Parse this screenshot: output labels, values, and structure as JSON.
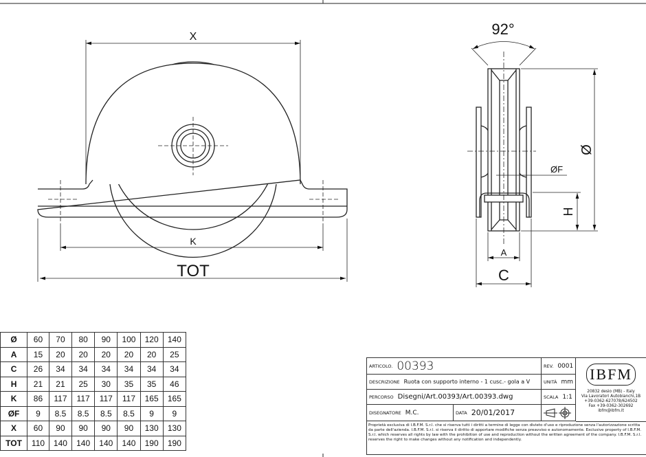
{
  "drawing": {
    "front_view": {
      "dim_x": "X",
      "dim_k": "K",
      "dim_tot": "TOT"
    },
    "side_view": {
      "angle": "92°",
      "dim_diameter": "Ø",
      "dim_f": "ØF",
      "dim_h": "H",
      "dim_a": "A",
      "dim_c": "C"
    }
  },
  "spec_table": {
    "rows": [
      {
        "label": "Ø",
        "values": [
          "60",
          "70",
          "80",
          "90",
          "100",
          "120",
          "140"
        ]
      },
      {
        "label": "A",
        "values": [
          "15",
          "20",
          "20",
          "20",
          "20",
          "20",
          "25"
        ]
      },
      {
        "label": "C",
        "values": [
          "26",
          "34",
          "34",
          "34",
          "34",
          "34",
          "34"
        ]
      },
      {
        "label": "H",
        "values": [
          "21",
          "21",
          "25",
          "30",
          "35",
          "35",
          "46"
        ]
      },
      {
        "label": "K",
        "values": [
          "86",
          "117",
          "117",
          "117",
          "117",
          "165",
          "165"
        ]
      },
      {
        "label": "ØF",
        "values": [
          "9",
          "8.5",
          "8.5",
          "8.5",
          "8.5",
          "9",
          "9"
        ]
      },
      {
        "label": "X",
        "values": [
          "60",
          "90",
          "90",
          "90",
          "90",
          "130",
          "130"
        ]
      },
      {
        "label": "TOT",
        "values": [
          "110",
          "140",
          "140",
          "140",
          "140",
          "190",
          "190"
        ]
      }
    ]
  },
  "title_block": {
    "articolo_label": "ARTICOLO.",
    "articolo": "00393",
    "rev_label": "REV.",
    "rev": "0001",
    "descrizione_label": "DESCRIZIONE",
    "descrizione": "Ruota con supporto interno - 1 cusc.- gola a V",
    "unita_label": "UNITÀ",
    "unita": "mm",
    "percorso_label": "PERCORSO",
    "percorso": "Disegni/Art.00393/Art.00393.dwg",
    "scala_label": "SCALA",
    "scala": "1:1",
    "disegnatore_label": "DISEGNATORE",
    "disegnatore": "M.C.",
    "data_label": "DATA",
    "data": "20/01/2017",
    "logo": "IBFM",
    "address": [
      "20832 desio (MB) - Italy",
      "Via Lavoratori Autobianchi,1B",
      "+39-0362-627078/624502",
      "Fax +39-0362-302692",
      "ibfm@ibfm.it"
    ],
    "notice": "Proprietà esclusiva di I.B.F.M. S.r.l. che si riserva tutti i diritti a termine di legge con divieto d'uso e riproduzione senza l'autorizzazione scritta da parte dell'azienda. I.B.F.M. S.r.l. si riserva il diritto di apportare modifiche senza preavviso e autonomamente. Exclusive property of I.B.F.M. S.r.l. which reserves all rights by law with the prohibition of use and reproduction without the written agreement of the company. I.B.F.M. S.r.l. reserves the right to make changes without any notification and independently."
  }
}
